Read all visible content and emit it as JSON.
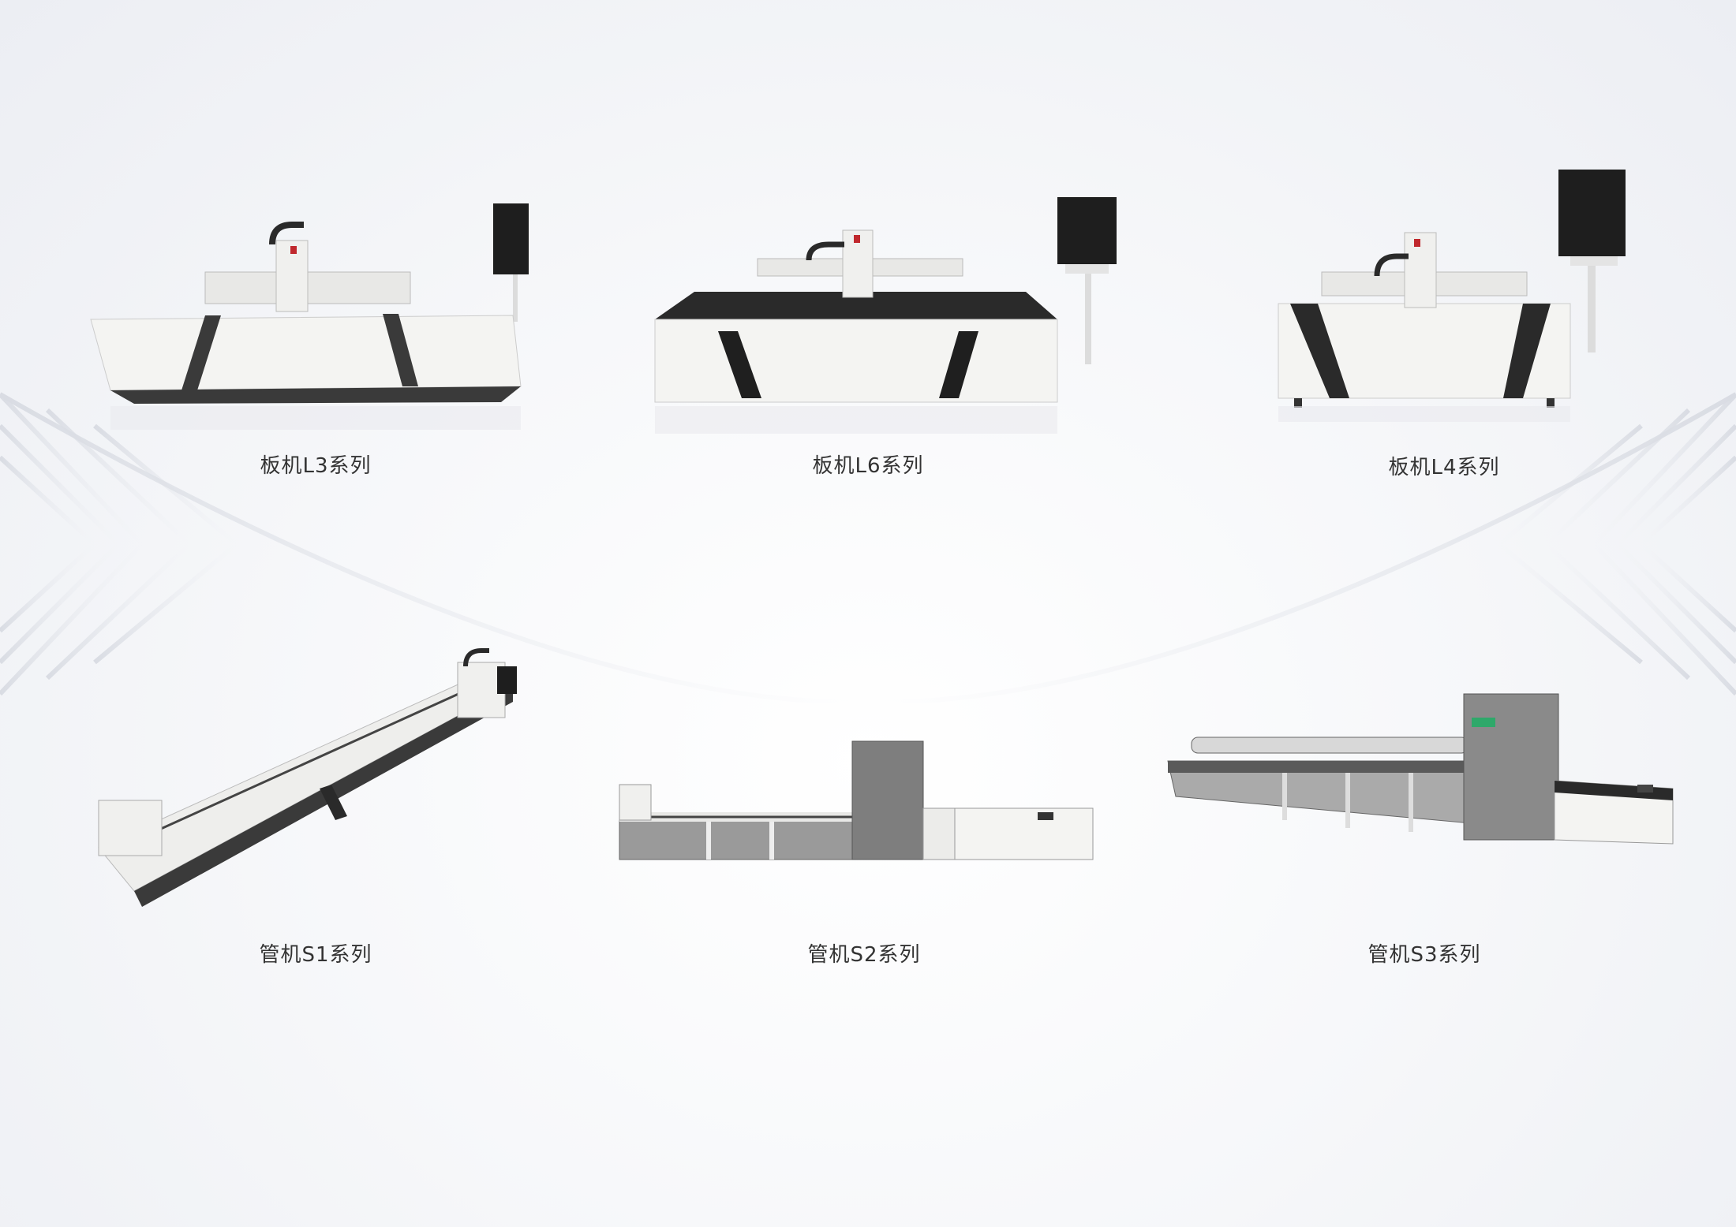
{
  "products": [
    {
      "label": "板机L3系列"
    },
    {
      "label": "板机L6系列"
    },
    {
      "label": "板机L4系列"
    },
    {
      "label": "管机S1系列"
    },
    {
      "label": "管机S2系列"
    },
    {
      "label": "管机S3系列"
    }
  ],
  "colors": {
    "accent": "#1a1a1a",
    "machine_white": "#f4f4f2",
    "machine_grey": "#8a8a8a",
    "logo_red": "#c0282d",
    "logo_green": "#2fa86a"
  }
}
